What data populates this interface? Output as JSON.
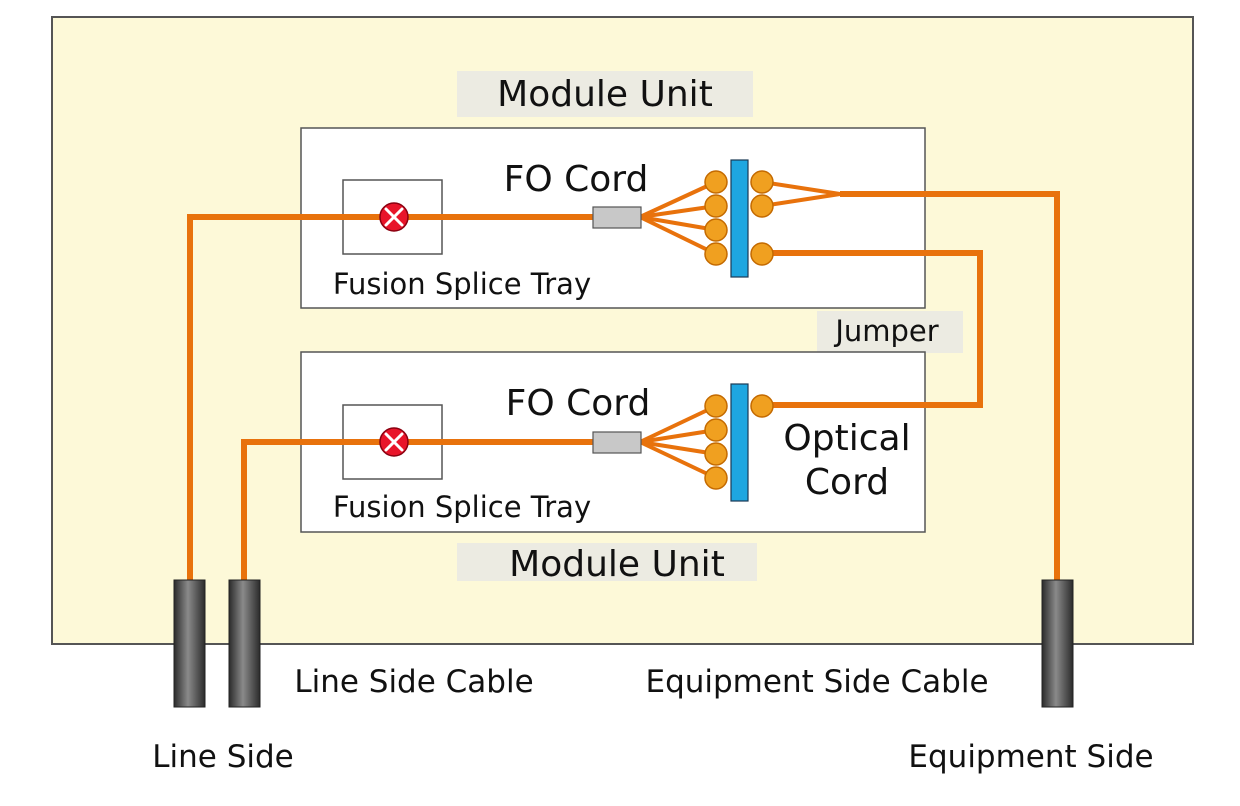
{
  "colors": {
    "enclosure_fill": "#fdf9d8",
    "enclosure_stroke": "#555555",
    "module_fill": "#ffffff",
    "label_bg": "#ecebe2",
    "fiber": "#e8720c",
    "port_fill": "#f0a020",
    "port_stroke": "#c46a00",
    "adapter": "#1ea6e0",
    "connector": "#c8c8c8",
    "splice_fill": "#e8152a",
    "cable": "#3a3a3a"
  },
  "icons": {
    "splice": "fusion-splice-x-icon",
    "port": "connector-port-icon",
    "cable": "cable-cylinder-icon"
  },
  "labels": {
    "module_unit_top": "Module Unit",
    "module_unit_bottom": "Module Unit",
    "fo_cord_top": "FO Cord",
    "fo_cord_bottom": "FO Cord",
    "fusion_splice_tray_top": "Fusion Splice Tray",
    "fusion_splice_tray_bottom": "Fusion Splice Tray",
    "jumper": "Jumper",
    "optical_cord_line1": "Optical",
    "optical_cord_line2": "Cord",
    "line_side_cable": "Line Side Cable",
    "equipment_side_cable": "Equipment Side Cable",
    "line_side": "Line Side",
    "equipment_side": "Equipment Side"
  }
}
